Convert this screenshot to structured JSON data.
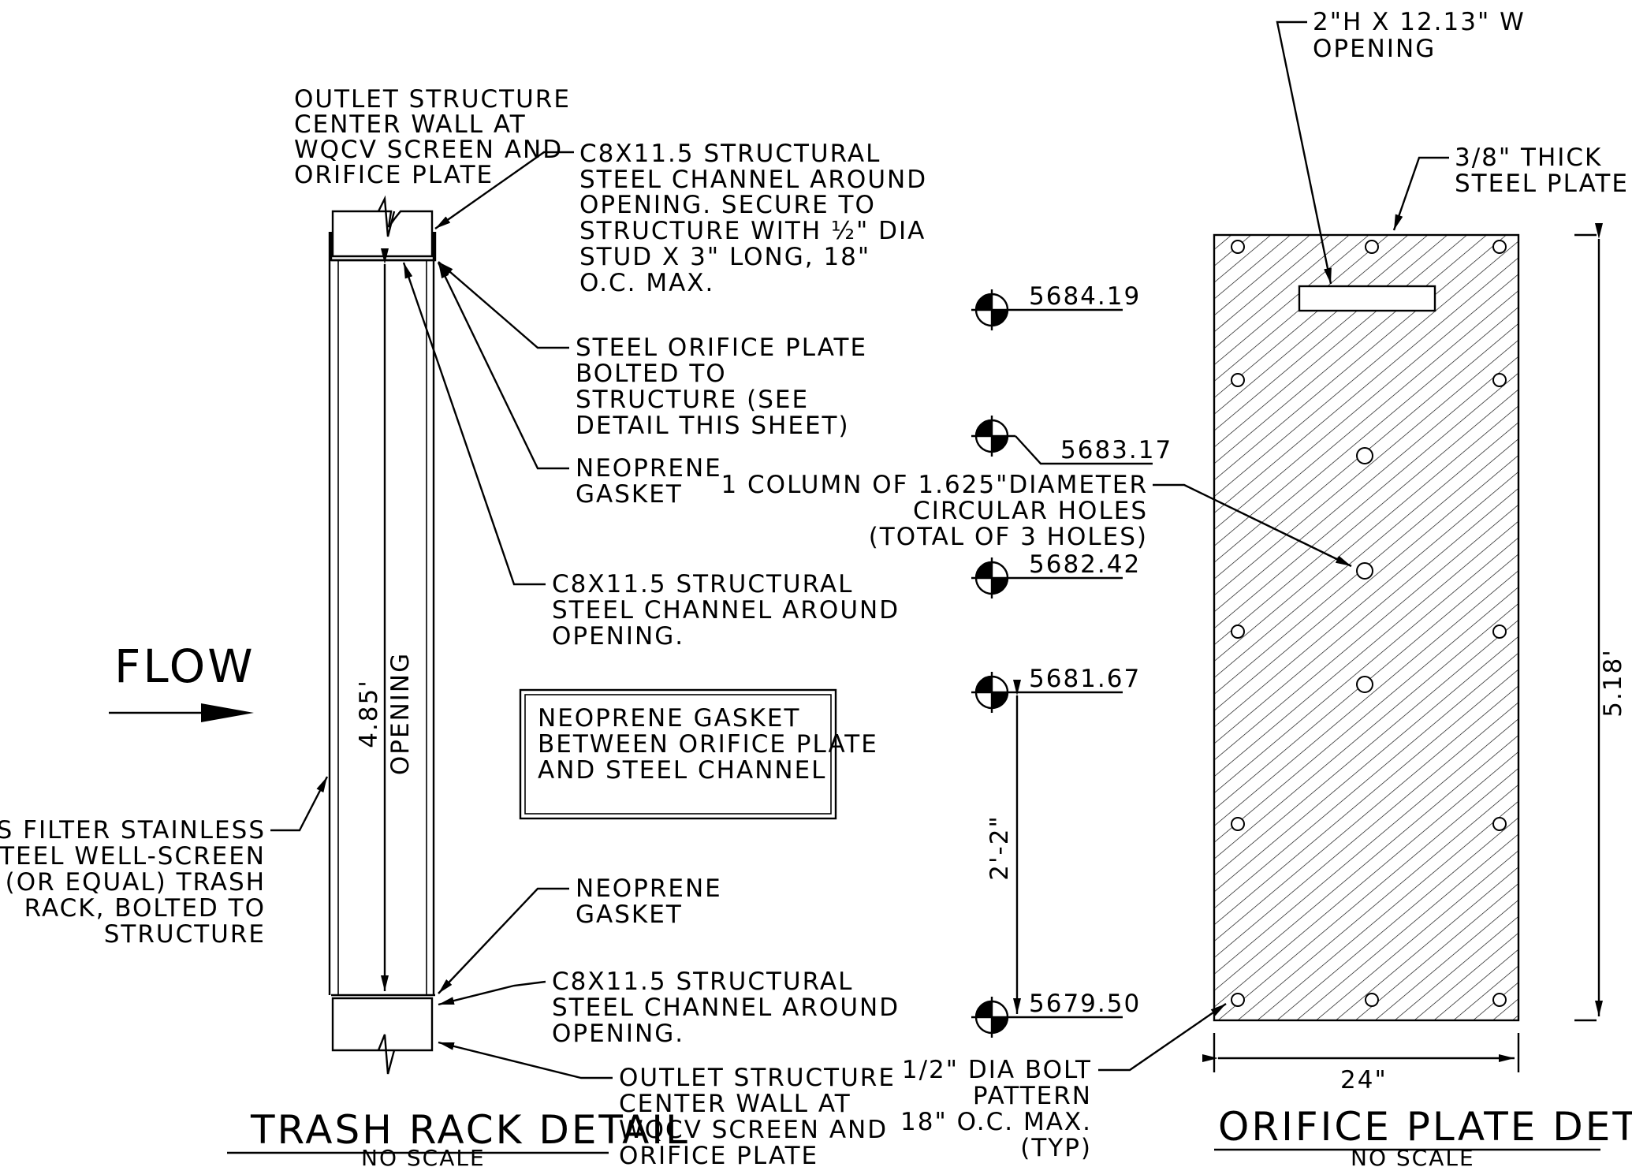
{
  "flow_label": "FLOW",
  "trash_rack": {
    "title": "TRASH RACK DETAIL",
    "subtitle": "NO SCALE",
    "opening_dim": "4.85'",
    "opening_word": "OPENING",
    "notes": {
      "outlet_top": [
        "OUTLET STRUCTURE",
        "CENTER WALL AT",
        "WQCV SCREEN AND",
        "ORIFICE PLATE"
      ],
      "channel_top": [
        "C8X11.5 STRUCTURAL",
        "STEEL CHANNEL AROUND",
        "OPENING.  SECURE TO",
        "STRUCTURE WITH ½\" DIA",
        "STUD X 3\" LONG, 18\"",
        "O.C. MAX."
      ],
      "orifice_plate": [
        "STEEL ORIFICE PLATE",
        "BOLTED TO",
        "STRUCTURE (SEE",
        "DETAIL THIS SHEET)"
      ],
      "gasket_top": [
        "NEOPRENE",
        "GASKET"
      ],
      "channel_mid": [
        "C8X11.5 STRUCTURAL",
        "STEEL CHANNEL AROUND",
        "OPENING."
      ],
      "box": [
        "NEOPRENE GASKET",
        "BETWEEN ORIFICE PLATE",
        "AND STEEL CHANNEL"
      ],
      "filter": [
        "US FILTER STAINLESS",
        "STEEL WELL-SCREEN",
        "(OR EQUAL) TRASH",
        "RACK, BOLTED TO",
        "STRUCTURE"
      ],
      "gasket_bottom": [
        "NEOPRENE",
        "GASKET"
      ],
      "channel_bottom": [
        "C8X11.5 STRUCTURAL",
        "STEEL CHANNEL AROUND",
        "OPENING."
      ],
      "outlet_bottom": [
        "OUTLET STRUCTURE",
        "CENTER WALL AT",
        "WQCV SCREEN AND",
        "ORIFICE PLATE"
      ]
    }
  },
  "elevations": {
    "e1": "5684.19",
    "e2": "5683.17",
    "e3": "5682.42",
    "e4": "5681.67",
    "e5": "5679.50",
    "spacing_dim": "2'-2\"",
    "holes_note": [
      "1 COLUMN OF 1.625\"DIAMETER",
      "CIRCULAR HOLES",
      "(TOTAL OF 3 HOLES)"
    ],
    "bolt_note": [
      "1/2\" DIA BOLT",
      "PATTERN",
      "18\" O.C. MAX.",
      "(TYP)"
    ]
  },
  "orifice_plate": {
    "title": "ORIFICE PLATE DETAIL",
    "subtitle": "NO SCALE",
    "opening_note": [
      "2\"H X 12.13\" W",
      "OPENING"
    ],
    "thickness_note": [
      "3/8\" THICK",
      "STEEL PLATE"
    ],
    "height_dim": "5.18'",
    "width_dim": "24\""
  }
}
